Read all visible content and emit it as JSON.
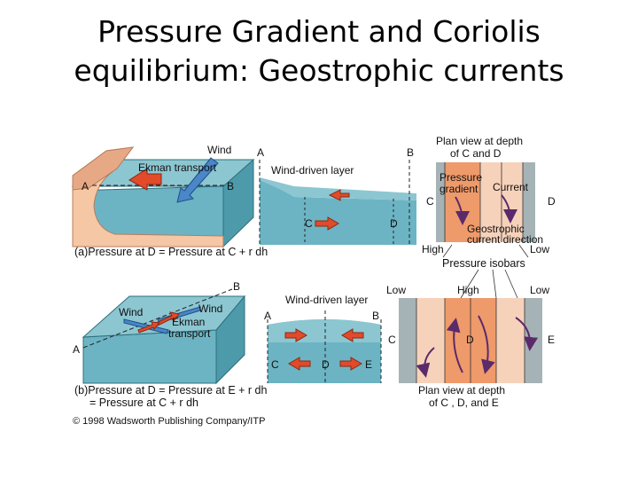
{
  "title": {
    "line1": "Pressure Gradient and Coriolis",
    "line2": "equilibrium: Geostrophic currents"
  },
  "colors": {
    "water": "#6cb4c4",
    "water_dark": "#4d9aab",
    "surface": "#8cc6d1",
    "land": "#f6c7a4",
    "land_dark": "#e7a985",
    "arrow_red": "#e24a2a",
    "arrow_blue": "#4a86c8",
    "strip_grey": "#a5b3b7",
    "strip_peach": "#f7d2ba",
    "strip_orange": "#ef9a6a",
    "flow_purple": "#5b2a6b"
  },
  "panel_a": {
    "block": {
      "wind": "Wind",
      "ekman": "Ekman transport",
      "a": "A",
      "b": "B"
    },
    "section": {
      "a": "A",
      "b": "B",
      "layer": "Wind-driven layer",
      "c": "C",
      "d": "D"
    },
    "plan": {
      "heading1": "Plan view at depth",
      "heading2": "of C and D",
      "pressure1": "Pressure",
      "pressure2": "gradient",
      "current": "Current",
      "c": "C",
      "d": "D",
      "geo1": "Geostrophic",
      "geo2": "current direction",
      "high": "High",
      "low": "Low"
    },
    "caption": "(a)Pressure at D = Pressure at C + r dh"
  },
  "isobars_label": "Pressure isobars",
  "panel_b": {
    "block": {
      "b": "B",
      "a": "A",
      "wind_left": "Wind",
      "wind_right": "Wind",
      "ekman1": "Ekman",
      "ekman2": "transport"
    },
    "section": {
      "layer": "Wind-driven layer",
      "a": "A",
      "b": "B",
      "c": "C",
      "d": "D",
      "e": "E"
    },
    "plan": {
      "low_left": "Low",
      "high": "High",
      "low_right": "Low",
      "c": "C",
      "d": "D",
      "e": "E",
      "heading1": "Plan view at depth",
      "heading2": "of C , D, and E"
    },
    "caption1": "(b)Pressure at D = Pressure at E + r dh",
    "caption2": "= Pressure at C + r dh"
  },
  "copyright": "© 1998 Wadsworth Publishing Company/ITP"
}
